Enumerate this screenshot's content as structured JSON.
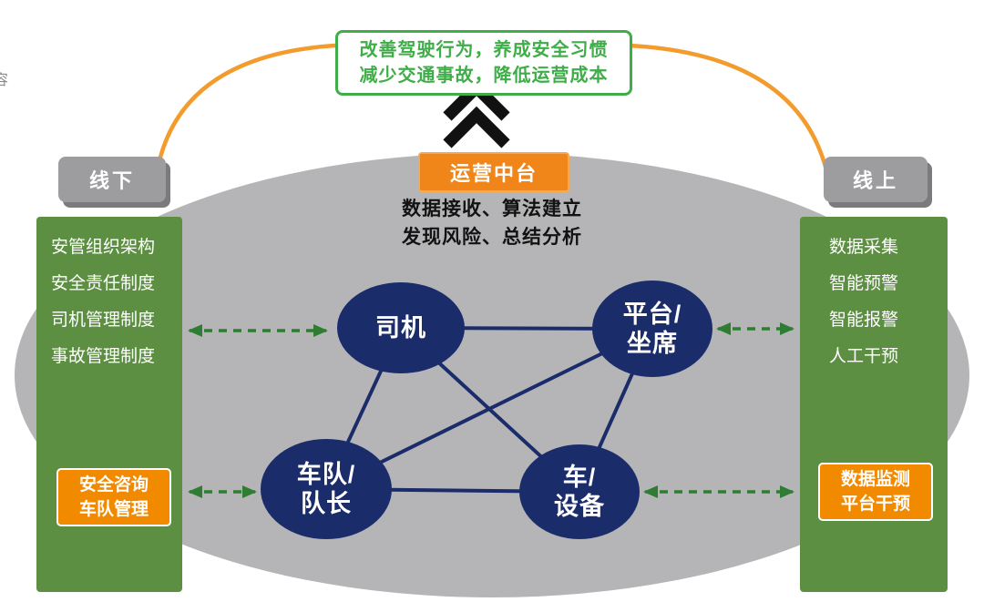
{
  "corner_text": "容",
  "banner": {
    "line1": "改善驾驶行为，养成安全习惯",
    "line2": "减少交通事故，降低运营成本"
  },
  "hub": {
    "label": "运营中台",
    "desc1": "数据接收、算法建立",
    "desc2": "发现风险、总结分析"
  },
  "badges": {
    "left": "线下",
    "right": "线上"
  },
  "left_panel": {
    "items": [
      "安管组织架构",
      "安全责任制度",
      "司机管理制度",
      "事故管理制度"
    ],
    "action": "安全咨询\n车队管理"
  },
  "right_panel": {
    "items": [
      "数据采集",
      "智能预警",
      "智能报警",
      "人工干预"
    ],
    "action": "数据监测\n平台干预"
  },
  "nodes": {
    "driver": "司机",
    "platform": "平台/\n坐席",
    "fleet": "车队/\n队长",
    "vehicle": "车/\n设备"
  },
  "colors": {
    "banner_green": "#3fae49",
    "panel_green": "#5d8f42",
    "orange": "#f08519",
    "navy": "#1b2c6b",
    "arrow_green": "#2e7d32",
    "ellipse_gray": "#b5b5b7",
    "badge_gray": "#9d9da0"
  }
}
